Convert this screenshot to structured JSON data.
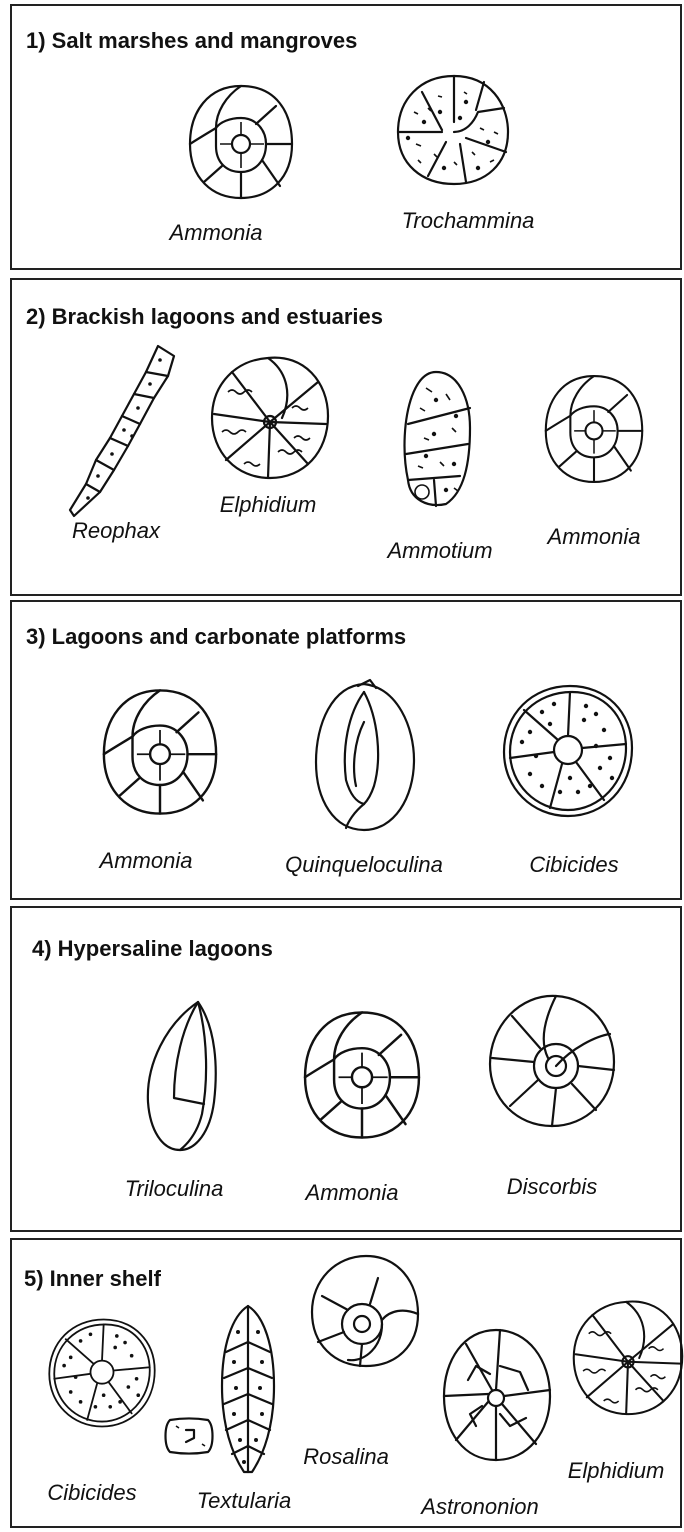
{
  "panels": [
    {
      "title": "1) Salt marshes and mangroves",
      "genera": [
        "Ammonia",
        "Trochammina"
      ]
    },
    {
      "title": "2) Brackish lagoons and estuaries",
      "genera": [
        "Reophax",
        "Elphidium",
        "Ammotium",
        "Ammonia"
      ]
    },
    {
      "title": "3) Lagoons and carbonate platforms",
      "genera": [
        "Ammonia",
        "Quinqueloculina",
        "Cibicides"
      ]
    },
    {
      "title": "4) Hypersaline lagoons",
      "genera": [
        "Triloculina",
        "Ammonia",
        "Discorbis"
      ]
    },
    {
      "title": "5) Inner shelf",
      "genera": [
        "Cibicides",
        "Textularia",
        "Rosalina",
        "Astrononion",
        "Elphidium"
      ]
    }
  ]
}
